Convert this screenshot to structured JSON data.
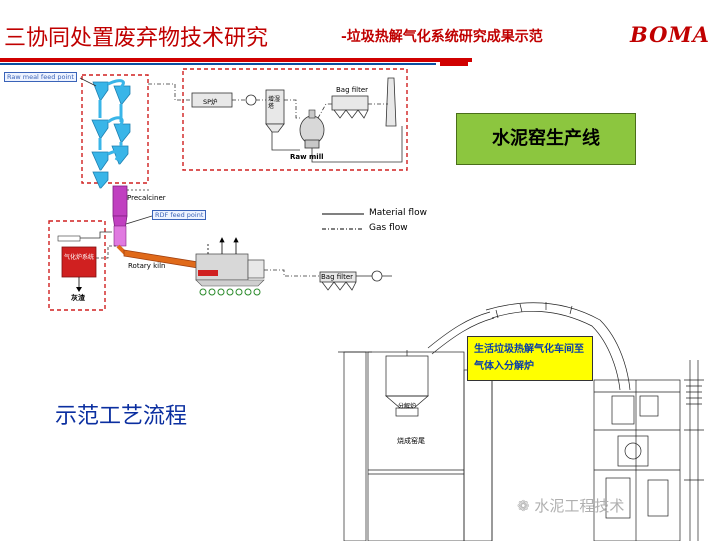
{
  "header": {
    "title": "三协同处置废弃物技术研究",
    "subtitle": "-垃圾热解气化系统研究成果示范",
    "logo": "BOMA"
  },
  "diagram": {
    "raw_meal_feed_point": "Raw meal feed point",
    "rdf_feed_point": "RDF feed point",
    "precalciner": "Precalciner",
    "rotary_kiln": "Rotary kiln",
    "sp_furnace": "SP炉",
    "humidifier_tower": "增湿塔",
    "bag_filter_top": "Bag filter",
    "raw_mill": "Raw mill",
    "bag_filter_bottom": "Bag filter",
    "gasifier": "气化炉系统",
    "ash": "灰渣",
    "legend_material": "Material flow",
    "legend_gas": "Gas flow"
  },
  "callouts": {
    "production_line": "水泥窑生产线",
    "gas_note": "生活垃圾热解气化车间至气体入分解炉",
    "demo_process": "示范工艺流程"
  },
  "drawing": {
    "separator_label": "分解炉",
    "building_label": "烧成窑尾"
  },
  "watermark": "水泥工程技术",
  "colors": {
    "title_red": "#c00000",
    "rule_blue": "#0b4fa0",
    "cyclone_cyan": "#39b5e8",
    "precalciner_magenta": "#c040c0",
    "kiln_orange": "#e06a1a",
    "green_label": "#8cc63f",
    "yellow_label": "#ffff00",
    "dashed_red": "#d02020"
  }
}
